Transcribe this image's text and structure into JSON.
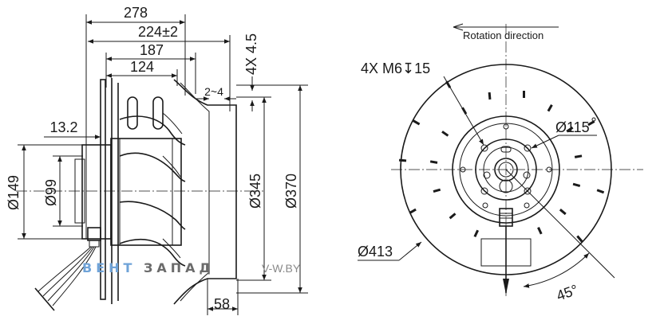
{
  "side_view": {
    "dimensions": {
      "overall_length": "278",
      "impeller_length": "224±2",
      "housing_length": "187",
      "motor_length": "124",
      "hub_offset": "13.2",
      "mount_holes": "4X 4.5",
      "gap": "2~4",
      "outlet_depth": "58",
      "motor_diameter": "Ø149",
      "hub_diameter": "Ø99",
      "inlet_diameter": "Ø345",
      "outlet_diameter": "Ø370"
    }
  },
  "front_view": {
    "rotation_label": "Rotation direction",
    "thread_label": "4X M6↧15",
    "bolt_circle": "Ø115",
    "impeller_diameter": "Ø413",
    "angle": "45°"
  },
  "watermark": {
    "part1": "ВЕНТ",
    "part2": "ЗАПАД",
    "part3": "V-W.BY"
  }
}
